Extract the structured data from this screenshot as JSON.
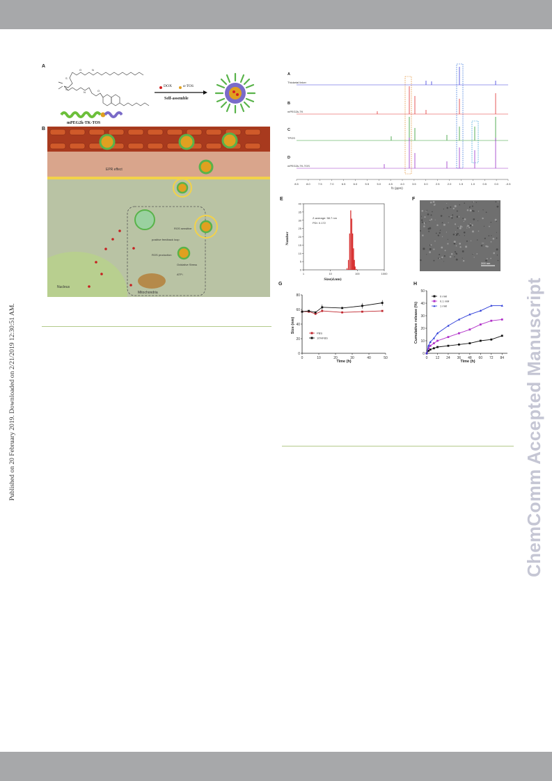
{
  "header": {
    "color": "#a7a8aa"
  },
  "footer": {
    "color": "#a7a8aa"
  },
  "sidebar_left": {
    "text": "Published on 20 February 2019. Downloaded on 2/21/2019 12:30:51 AM."
  },
  "watermark": {
    "text": "ChemComm Accepted Manuscript",
    "color": "#c5c6d4"
  },
  "figure": {
    "panel_a": {
      "label": "A",
      "legend_dox": "DOX",
      "legend_tos": "α-TOS",
      "arrow_text": "Self-assemble",
      "polymer_name": "mPEG2k-TK-TOS"
    },
    "panel_b": {
      "label": "B",
      "epr": "EPR effect",
      "ros_sensitive": "ROS sensitive",
      "positive_loop": "positive feedback loop",
      "ros_production": "ROS production",
      "oxidative_stress": "Oxidative Stress",
      "atp": "ATP↓",
      "mitochondria": "Mitochondria",
      "nucleus": "Nucleus"
    },
    "panel_nmr": {
      "labels": [
        "A",
        "B",
        "C",
        "D"
      ],
      "names": [
        "Thioketal linker",
        "mPEG2k-TK",
        "TPGS",
        "mPEG2k-TK-TOS"
      ],
      "xticks": [
        "8.5",
        "8.0",
        "7.5",
        "7.0",
        "6.5",
        "6.0",
        "5.5",
        "5.0",
        "4.5",
        "4.0",
        "3.5",
        "3.0",
        "2.5",
        "2.0",
        "1.5",
        "1.0",
        "0.5",
        "0.0",
        "-0.5"
      ],
      "xlabel": "f1 (ppm)",
      "colors": [
        "#3a3adb",
        "#e03030",
        "#2e9a2e",
        "#9a30c8"
      ]
    },
    "panel_e": {
      "label": "E",
      "z_average": "Z-average: 58.7 nm",
      "pdi": "PDI: 0.172",
      "xlabel": "Size(d.nm)",
      "ylabel": "Number",
      "yticks": [
        "0",
        "5",
        "10",
        "15",
        "20",
        "25",
        "30",
        "35",
        "40"
      ],
      "xticks": [
        "1",
        "10",
        "100",
        "1000"
      ]
    },
    "panel_f": {
      "label": "F",
      "scale": "200 nm"
    },
    "panel_g": {
      "label": "G",
      "xlabel": "Time (h)",
      "ylabel": "Size (nm)",
      "legend": [
        "PBS",
        "10%FBS"
      ]
    },
    "panel_h": {
      "label": "H",
      "xlabel": "Time (h)",
      "ylabel": "Cumulative release (%)",
      "legend": [
        "0 mM",
        "0.1 mM",
        "1 mM"
      ]
    }
  },
  "chart_data": [
    {
      "type": "bar",
      "x": [
        40,
        45,
        50,
        55,
        60,
        65,
        70,
        75,
        80,
        90
      ],
      "values": [
        1,
        6,
        22,
        36,
        31,
        22,
        13,
        6,
        2,
        0.5
      ],
      "xlabel": "Size(d.nm)",
      "ylabel": "Number",
      "xscale": "log",
      "xlim": [
        1,
        1000
      ],
      "ylim": [
        0,
        40
      ],
      "color": "#d42020"
    },
    {
      "type": "line",
      "x": [
        0,
        4,
        8,
        12,
        24,
        36,
        48
      ],
      "series": [
        {
          "name": "PBS",
          "values": [
            57,
            57,
            54,
            58,
            56,
            57,
            58
          ],
          "color": "#c0262e"
        },
        {
          "name": "10%FBS",
          "values": [
            57,
            58,
            56,
            63,
            62,
            65,
            69
          ],
          "color": "#111111"
        }
      ],
      "xlabel": "Time (h)",
      "ylabel": "Size (nm)",
      "xlim": [
        0,
        50
      ],
      "ylim": [
        0,
        80
      ],
      "xticks": [
        0,
        10,
        20,
        30,
        40,
        50
      ],
      "yticks": [
        0,
        20,
        40,
        60,
        80
      ]
    },
    {
      "type": "line",
      "x": [
        0,
        2,
        4,
        8,
        12,
        24,
        36,
        48,
        60,
        72,
        84
      ],
      "series": [
        {
          "name": "0 mM",
          "values": [
            0,
            2,
            3,
            4,
            5,
            6,
            7,
            8,
            10,
            11,
            14
          ],
          "color": "#111111"
        },
        {
          "name": "0.1 mM",
          "values": [
            0,
            4,
            6,
            8,
            10,
            13,
            16,
            19,
            23,
            26,
            27
          ],
          "color": "#b030c8"
        },
        {
          "name": "1 mM",
          "values": [
            0,
            6,
            9,
            12,
            16,
            22,
            27,
            31,
            34,
            38,
            38
          ],
          "color": "#2a3ad8"
        }
      ],
      "xlabel": "Time (h)",
      "ylabel": "Cumulative release (%)",
      "xlim": [
        0,
        90
      ],
      "ylim": [
        0,
        50
      ],
      "xticks": [
        0,
        12,
        24,
        36,
        48,
        60,
        72,
        84
      ],
      "yticks": [
        0,
        10,
        20,
        30,
        40,
        50
      ]
    }
  ]
}
